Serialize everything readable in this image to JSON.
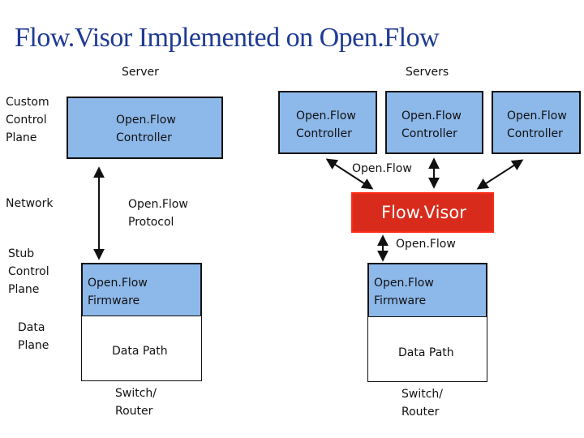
{
  "title": "Flow.Visor Implemented on Open.Flow",
  "headers": {
    "server": "Server",
    "servers": "Servers"
  },
  "left_labels": {
    "custom_control_plane": "Custom\nControl\nPlane",
    "network": "Network",
    "stub_control_plane": "Stub\nControl\nPlane",
    "data_plane": "Data\nPlane"
  },
  "controllers": [
    "Open.Flow\nController",
    "Open.Flow\nController",
    "Open.Flow\nController",
    "Open.Flow\nController"
  ],
  "protocol_label": "Open.Flow\nProtocol",
  "openflow_upper": "Open.Flow",
  "openflow_lower": "Open.Flow",
  "flowvisor": "Flow.Visor",
  "switches": [
    {
      "firmware": "Open.Flow\nFirmware",
      "datapath": "Data Path",
      "caption": "Switch/\nRouter"
    },
    {
      "firmware": "Open.Flow\nFirmware",
      "datapath": "Data Path",
      "caption": "Switch/\nRouter"
    }
  ],
  "colors": {
    "title": "#1f3a93",
    "box_blue": "#8db8ea",
    "flowvisor_red": "#d92b1c"
  }
}
